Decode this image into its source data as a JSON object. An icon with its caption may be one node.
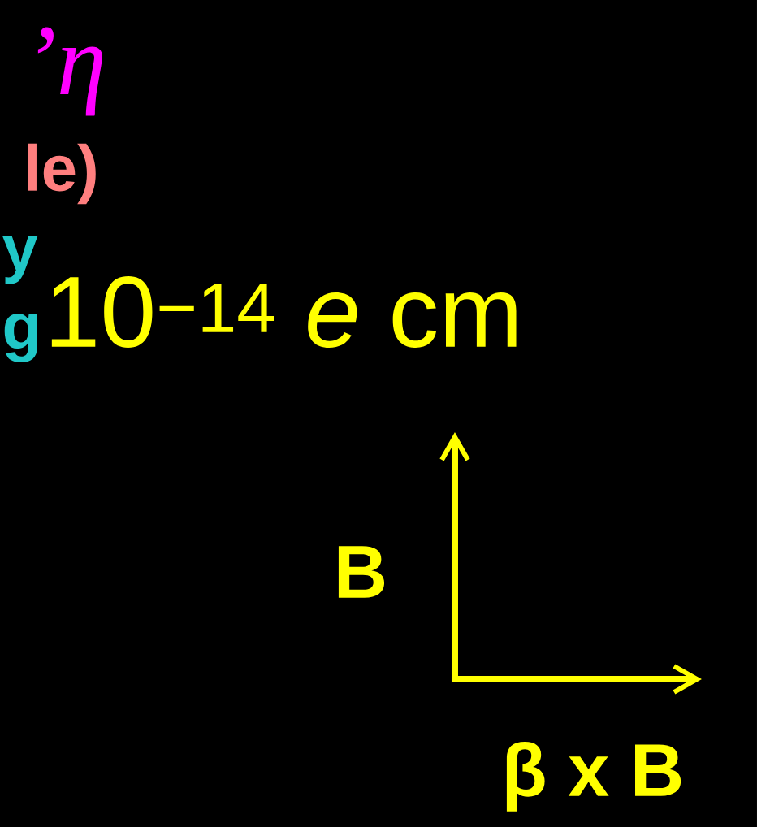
{
  "diagram": {
    "labels": [
      "’η",
      "le)",
      "y",
      "g",
      "10$^{−14}$ *e* cm",
      "B",
      "β x B"
    ]
  }
}
